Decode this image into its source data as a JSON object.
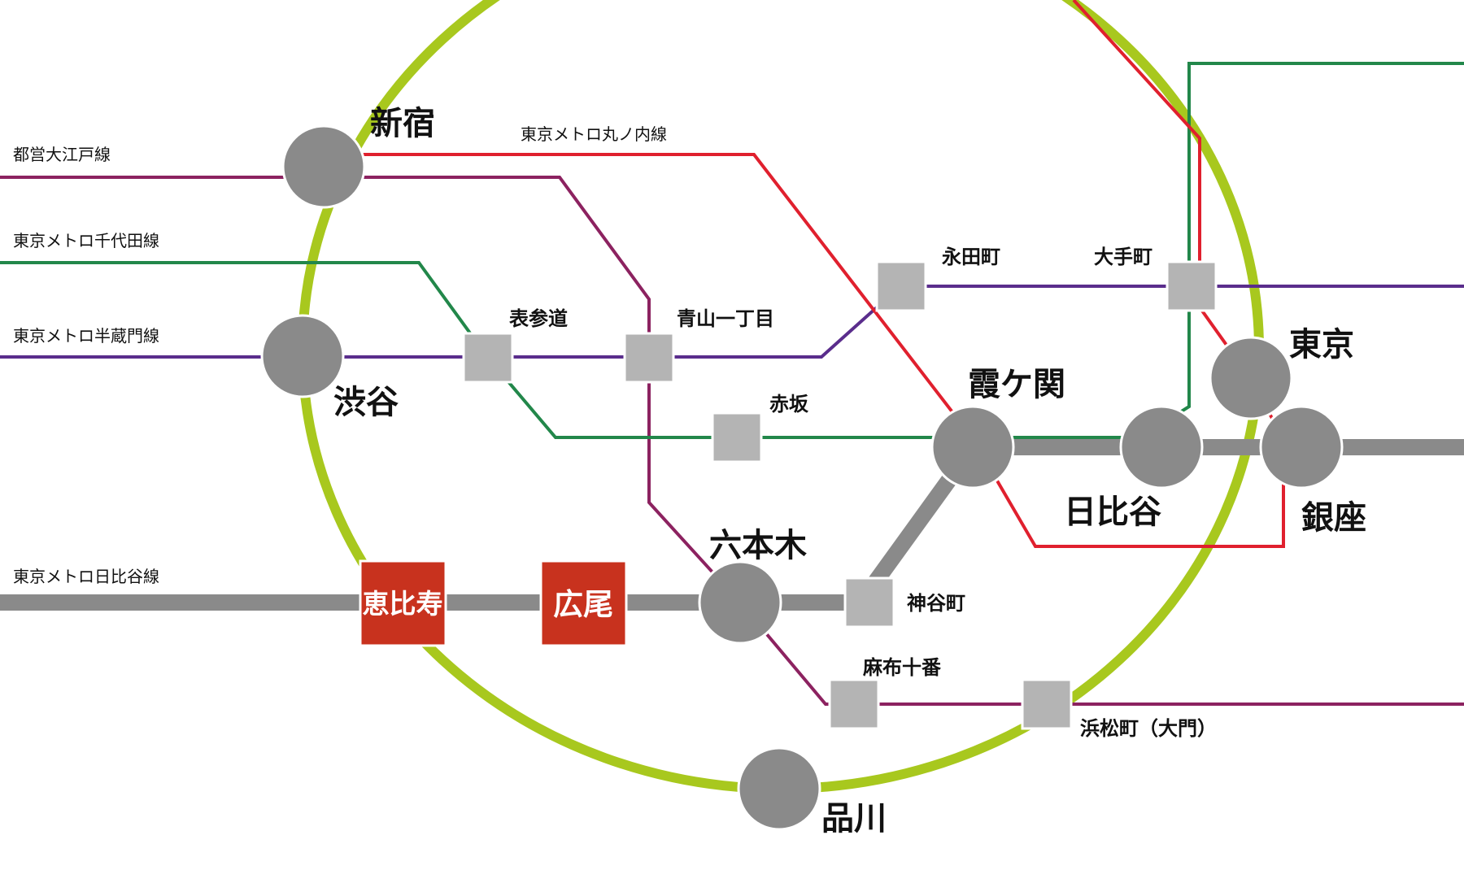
{
  "colors": {
    "yamanote": "#a8c81e",
    "marunouchi": "#e0202e",
    "oedo": "#8c2260",
    "chiyoda": "#22874a",
    "hanzomon": "#5a2d8c",
    "hibiya": "#8a8a8a",
    "station_major": "#8a8a8a",
    "station_minor": "#b4b4b4",
    "highlight": "#c8321e",
    "station_border": "#ffffff"
  },
  "line_labels": {
    "oedo": "都営大江戸線",
    "chiyoda": "東京メトロ千代田線",
    "hanzomon": "東京メトロ半蔵門線",
    "marunouchi": "東京メトロ丸ノ内線",
    "hibiya": "東京メトロ日比谷線"
  },
  "major_stations": {
    "shinjuku": "新宿",
    "shibuya": "渋谷",
    "tokyo": "東京",
    "kasumigaseki": "霞ケ関",
    "hibiya": "日比谷",
    "ginza": "銀座",
    "roppongi": "六本木",
    "shinagawa": "品川"
  },
  "minor_stations": {
    "omotesando": "表参道",
    "aoyama_itchome": "青山一丁目",
    "nagatacho": "永田町",
    "otemachi": "大手町",
    "akasaka": "赤坂",
    "kamiyacho": "神谷町",
    "azabu_juban": "麻布十番",
    "hamamatsucho": "浜松町（大門）"
  },
  "highlighted_stations": {
    "ebisu": "恵比寿",
    "hiroo": "広尾"
  }
}
